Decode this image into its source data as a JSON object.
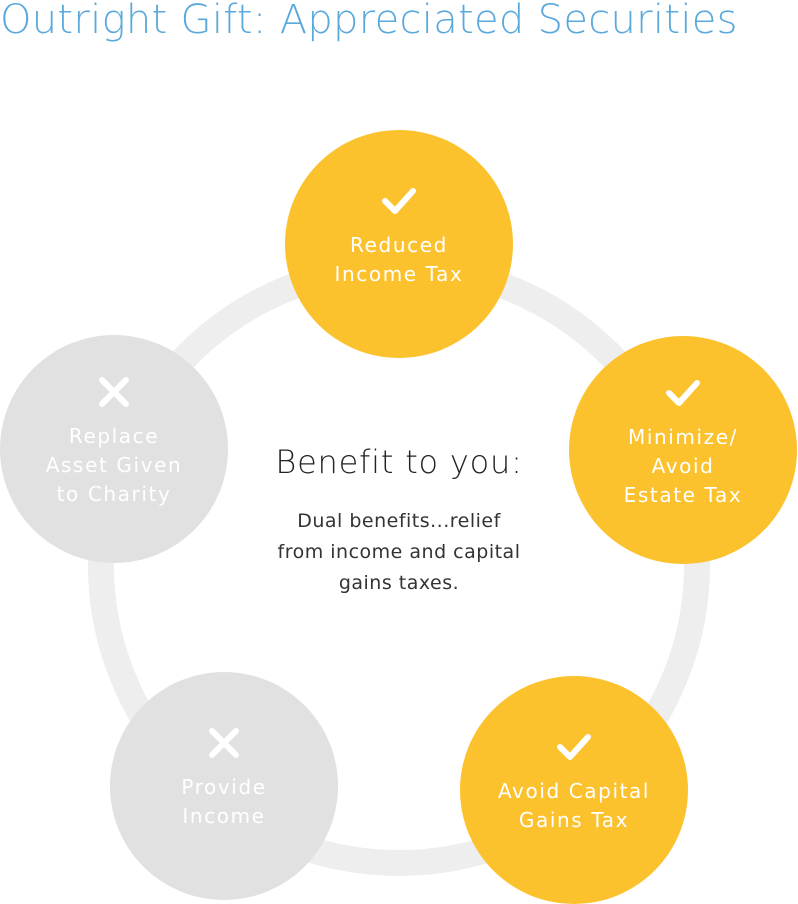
{
  "title": "Outright Gift: Appreciated Securities",
  "center": {
    "heading": "Benefit to you:",
    "body": "Dual benefits...relief\nfrom income and capital\ngains taxes."
  },
  "benefits": [
    {
      "label": "Reduced\nIncome Tax",
      "status": "check",
      "color": "#fcc22e"
    },
    {
      "label": "Minimize/\nAvoid\nEstate Tax",
      "status": "check",
      "color": "#fcc22e"
    },
    {
      "label": "Avoid Capital\nGains Tax",
      "status": "check",
      "color": "#fcc22e"
    },
    {
      "label": "Provide\nIncome",
      "status": "cross",
      "color": "#e1e1e1"
    },
    {
      "label": "Replace\nAsset Given\nto Charity",
      "status": "cross",
      "color": "#e1e1e1"
    }
  ],
  "colors": {
    "title": "#5aa9dc",
    "ring": "#eeeeee",
    "mark": "#ffffff"
  }
}
